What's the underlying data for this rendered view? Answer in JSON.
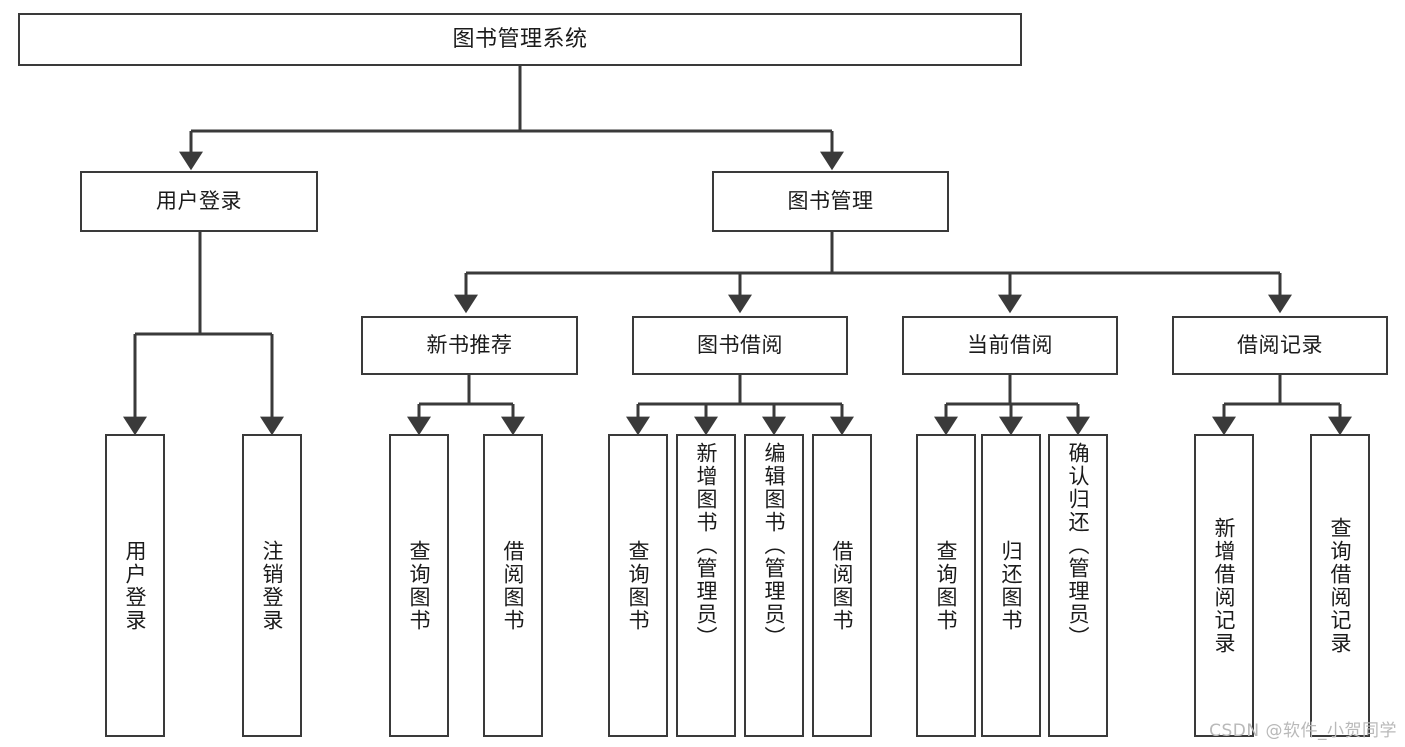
{
  "diagram": {
    "type": "tree-hierarchy",
    "title": "图书管理系统",
    "colors": {
      "background": "#ffffff",
      "box_border": "#3a3a3a",
      "box_fill": "#ffffff",
      "text": "#1b1b1b",
      "connector": "#3a3a3a",
      "watermark": "#b9b9b9"
    },
    "root": {
      "label": "图书管理系统"
    },
    "level2": [
      {
        "label": "用户登录"
      },
      {
        "label": "图书管理"
      }
    ],
    "level3": [
      {
        "label": "新书推荐"
      },
      {
        "label": "图书借阅"
      },
      {
        "label": "当前借阅"
      },
      {
        "label": "借阅记录"
      }
    ],
    "leaves": {
      "user_login": [
        {
          "label": "用户登录"
        },
        {
          "label": "注销登录"
        }
      ],
      "new_book_recommend": [
        {
          "label": "查询图书"
        },
        {
          "label": "借阅图书"
        }
      ],
      "book_borrow": [
        {
          "label": "查询图书"
        },
        {
          "label": "新增图书（管理员）"
        },
        {
          "label": "编辑图书（管理员）"
        },
        {
          "label": "借阅图书"
        }
      ],
      "current_borrow": [
        {
          "label": "查询图书"
        },
        {
          "label": "归还图书"
        },
        {
          "label": "确认归还（管理员）"
        }
      ],
      "borrow_records": [
        {
          "label": "新增借阅记录"
        },
        {
          "label": "查询借阅记录"
        }
      ]
    }
  },
  "watermark": {
    "text": "CSDN @软件_小贺同学"
  }
}
